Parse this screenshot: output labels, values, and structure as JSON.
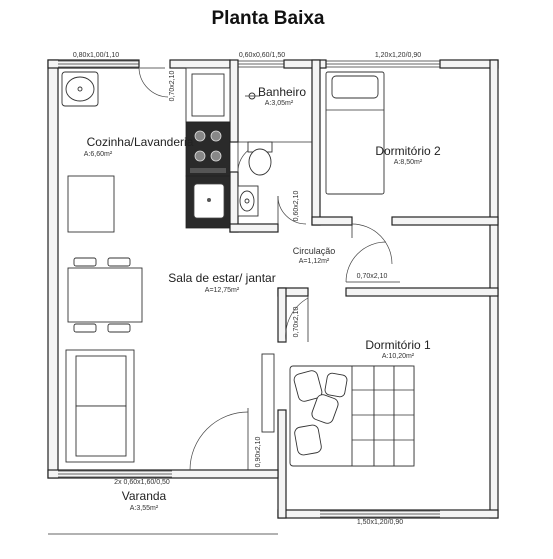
{
  "title": "Planta Baixa",
  "rooms": {
    "cozinha": {
      "name": "Cozinha/Lavanderia",
      "area": "A:6,60m²"
    },
    "banheiro": {
      "name": "Banheiro",
      "area": "A:3,05m²"
    },
    "dormitorio2": {
      "name": "Dormitório 2",
      "area": "A:8,50m²"
    },
    "circulacao": {
      "name": "Circulação",
      "area": "A=1,12m²"
    },
    "sala": {
      "name": "Sala de estar/ jantar",
      "area": "A=12,75m²"
    },
    "dormitorio1": {
      "name": "Dormitório 1",
      "area": "A:10,20m²"
    },
    "varanda": {
      "name": "Varanda",
      "area": "A:3,55m²"
    }
  },
  "labels": {
    "win_kitchen": "0,80x1,00/1,10",
    "win_bath": "0,60x0,60/1,50",
    "win_dorm2": "1,20x1,20/0,90",
    "win_dorm1": "1,50x1,20/0,90",
    "win_front": "2x 0,60x1,60/0,50",
    "door_kitchen": "0,70x2,10",
    "door_bath": "0,60x2,10",
    "door_dorm2": "0,70x2,10",
    "door_dorm1": "0,70x2,10",
    "door_front": "0,90x2,10"
  }
}
